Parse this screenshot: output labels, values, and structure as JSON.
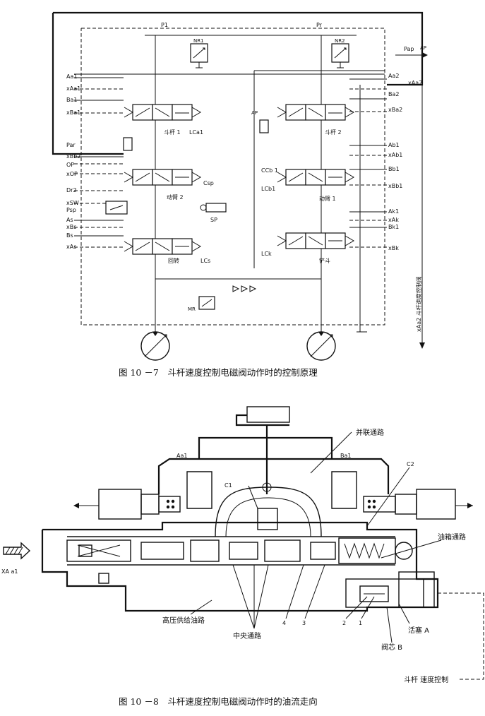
{
  "figure1": {
    "caption": "图 10 －7　斗杆速度控制电磁阀动作时的控制原理",
    "top_labels": {
      "p1": "P1",
      "pr": "Pr",
      "nr1": "NR1",
      "nr2": "NR2",
      "pap": "Pap",
      "ap_top": "AP"
    },
    "left_ports": [
      "Aa1",
      "xAa1",
      "Ba1",
      "xBa1",
      "Par",
      "xBb2",
      "OP",
      "xOP",
      "Dr2",
      "xSW",
      "Psp",
      "As",
      "xBs",
      "Bs",
      "xAs"
    ],
    "right_ports": [
      "Aa2",
      "xAa2",
      "Ba2",
      "xBa2",
      "Ab1",
      "xAb1",
      "Bb1",
      "xBb1",
      "Ak1",
      "xAk",
      "Bk1",
      "xBk"
    ],
    "valves": {
      "arm1": "斗杆 1",
      "lca1": "LCa1",
      "arm2": "斗杆 2",
      "boom2": "动臂 2",
      "csp": "Csp",
      "boom1": "动臂 1",
      "ccb1": "CCb 1",
      "lcb1": "LCb1",
      "swing": "回转",
      "lcs": "LCs",
      "bucket": "铲斗",
      "lck": "LCk",
      "sp": "SP",
      "mr": "MR",
      "ap_mid": "AP"
    },
    "side_note": "xAa2 斗杆速度控制阀"
  },
  "figure2": {
    "caption": "图 10 －8　斗杆速度控制电磁阀动作时的油流走向",
    "labels": {
      "parallel": "并联通路",
      "aa1": "Aa1",
      "ba1": "Ba1",
      "c1": "C1",
      "c2": "C2",
      "tank": "油箱通路",
      "xa": "XA a1",
      "high": "高压供给油路",
      "center": "中央通路",
      "n4": "4",
      "n3": "3",
      "n2": "2",
      "n1": "1",
      "pistonA": "活塞 A",
      "spoolB": "阀芯 B",
      "control": "斗杆 速度控制"
    }
  }
}
